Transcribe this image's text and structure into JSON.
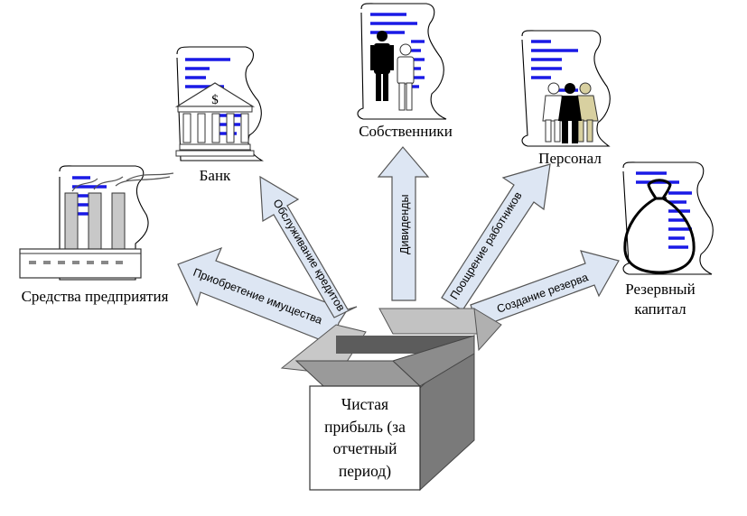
{
  "box": {
    "line1": "Чистая",
    "line2": "прибыль (за",
    "line3": "отчетный",
    "line4": "период)"
  },
  "recipients": {
    "enterprise": "Средства предприятия",
    "bank": "Банк",
    "owners": "Собственники",
    "staff": "Персонал",
    "reserve_line1": "Резервный",
    "reserve_line2": "капитал"
  },
  "flows": {
    "property": "Приобретение имущества",
    "credit": "Обслуживание кредитов",
    "dividends": "Дивиденды",
    "bonus": "Поощрение работников",
    "reserve": "Создание резерва"
  },
  "icons": {
    "bank_symbol": "$",
    "factory": "factory-icon",
    "bank": "bank-icon",
    "owners": "owners-icon",
    "staff": "staff-icon",
    "moneybag": "money-bag-icon"
  },
  "colors": {
    "arrow_fill": "#dde6f3",
    "doc_lines": "#1a1ae6",
    "box_dark": "#7a7a7a",
    "box_light": "#c8c8c8"
  }
}
